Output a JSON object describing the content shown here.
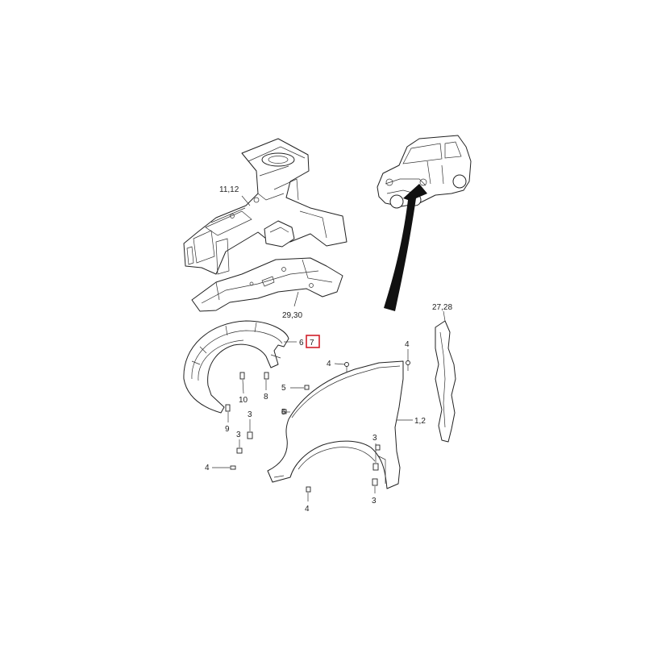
{
  "diagram": {
    "callouts": [
      {
        "id": "c-11-12",
        "label": "11,12",
        "part": "front-wheelhouse-panel"
      },
      {
        "id": "c-29-30",
        "label": "29,30",
        "part": "side-member-reinforcement"
      },
      {
        "id": "c-27-28",
        "label": "27,28",
        "part": "fender-insulator"
      },
      {
        "id": "c-6",
        "label": "6",
        "part": "wheel-liner"
      },
      {
        "id": "c-7",
        "label": "7",
        "part": "wheel-liner",
        "highlighted": true
      },
      {
        "id": "c-1-2",
        "label": "1,2",
        "part": "front-fender"
      },
      {
        "id": "c-4-top-left",
        "label": "4",
        "part": "bolt"
      },
      {
        "id": "c-4-top-right",
        "label": "4",
        "part": "bolt"
      },
      {
        "id": "c-4-left",
        "label": "4",
        "part": "bolt"
      },
      {
        "id": "c-4-bottom",
        "label": "4",
        "part": "bolt"
      },
      {
        "id": "c-5-upper",
        "label": "5",
        "part": "bolt"
      },
      {
        "id": "c-5-lower",
        "label": "5",
        "part": "bolt"
      },
      {
        "id": "c-3-left",
        "label": "3",
        "part": "clip"
      },
      {
        "id": "c-3-right-upper",
        "label": "3",
        "part": "clip"
      },
      {
        "id": "c-3-right-lower",
        "label": "3",
        "part": "clip"
      },
      {
        "id": "c-8",
        "label": "8",
        "part": "screw"
      },
      {
        "id": "c-9",
        "label": "9",
        "part": "screw"
      },
      {
        "id": "c-10",
        "label": "10",
        "part": "screw"
      }
    ],
    "colors": {
      "line": "#222222",
      "highlight": "#d0202a",
      "background": "#ffffff"
    }
  }
}
